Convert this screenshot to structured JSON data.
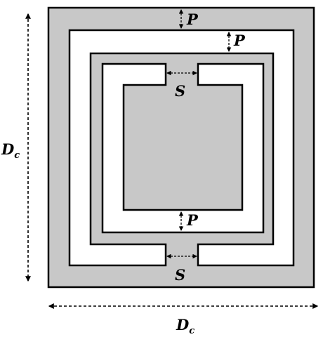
{
  "labels": {
    "dc_main": "D",
    "dc_sub": "c",
    "p": "P",
    "s": "S"
  },
  "colors": {
    "fill": "#c8c8c8",
    "background": "#ffffff",
    "stroke": "#000000"
  }
}
